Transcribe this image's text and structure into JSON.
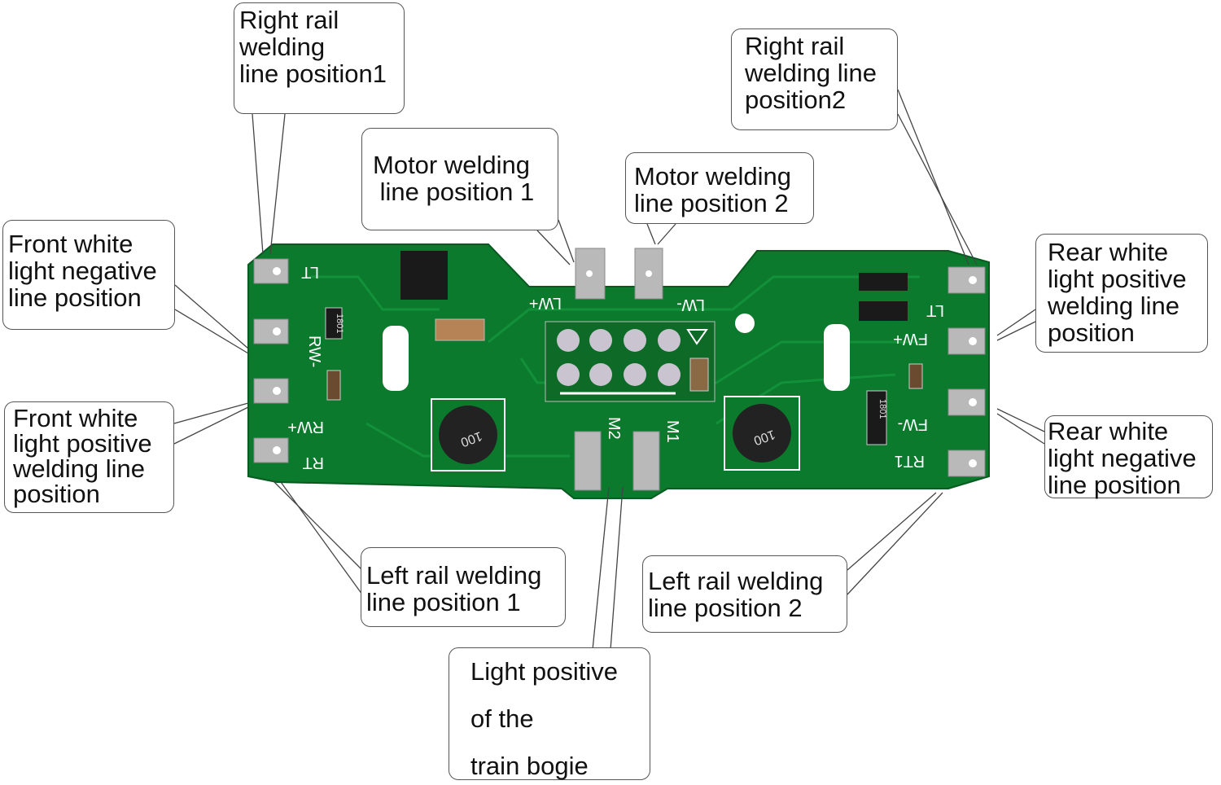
{
  "callouts": {
    "right_rail_1": [
      "Right rail",
      "welding",
      "line position1"
    ],
    "right_rail_2": [
      "Right rail",
      "welding line",
      "position2"
    ],
    "motor_1": [
      "Motor welding",
      " line position 1"
    ],
    "motor_2": [
      "Motor welding",
      "line position 2"
    ],
    "front_neg": [
      "Front white",
      "light negative",
      "line position"
    ],
    "front_pos": [
      "Front white",
      "light positive",
      "welding line",
      "position"
    ],
    "rear_pos": [
      "Rear white",
      "light positive",
      "welding line",
      "position"
    ],
    "rear_neg": [
      "Rear white",
      "light negative",
      "line position"
    ],
    "left_rail_1": [
      "Left rail welding",
      "line position 1"
    ],
    "left_rail_2": [
      "Left rail welding",
      "line position 2"
    ],
    "bogie": [
      "Light positive",
      "of the",
      "train bogie"
    ]
  },
  "silkscreen": {
    "lt_left": "LT",
    "rw_minus": "RW-",
    "rw_plus": "RW+",
    "rt_left": "RT",
    "lw_plus": "LW+",
    "lw_minus": "LW-",
    "m2": "M2",
    "m1": "M1",
    "lt_right": "LT",
    "fw_plus": "FW+",
    "fw_minus": "FW-",
    "rt1": "RT1",
    "res1": "1801",
    "res2": "1801",
    "ind1": "100",
    "ind2": "100"
  },
  "colors": {
    "pcb": "#0b7a2c",
    "pad": "#b9b9b9",
    "silk": "#ffffff"
  }
}
